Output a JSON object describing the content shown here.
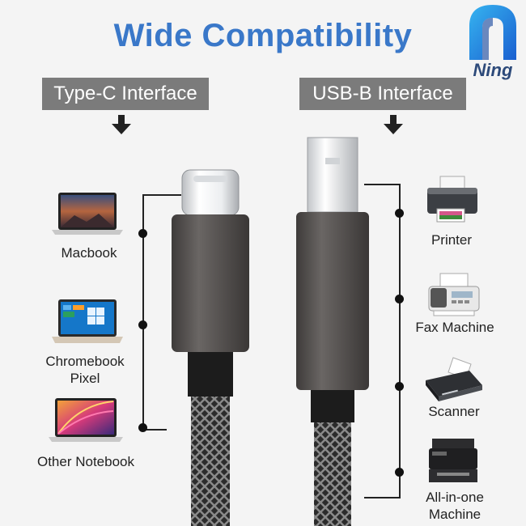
{
  "title": "Wide Compatibility",
  "brand": {
    "name": "Ning",
    "color": "#2a7de1"
  },
  "left": {
    "header": "Type-C Interface",
    "devices": [
      {
        "icon": "macbook-icon",
        "label": "Macbook"
      },
      {
        "icon": "chromebook-laptop-icon",
        "label": "Chromebook\nPixel"
      },
      {
        "icon": "notebook-laptop-icon",
        "label": "Other Notebook"
      }
    ]
  },
  "right": {
    "header": "USB-B Interface",
    "devices": [
      {
        "icon": "printer-icon",
        "label": "Printer"
      },
      {
        "icon": "fax-machine-icon",
        "label": "Fax Machine"
      },
      {
        "icon": "scanner-icon",
        "label": "Scanner"
      },
      {
        "icon": "all-in-one-machine-icon",
        "label": "All-in-one\nMachine"
      }
    ]
  },
  "colors": {
    "title": "#3a78c9",
    "header_bg": "#7b7b7b",
    "header_text": "#ffffff",
    "connector": "#5a5654"
  }
}
